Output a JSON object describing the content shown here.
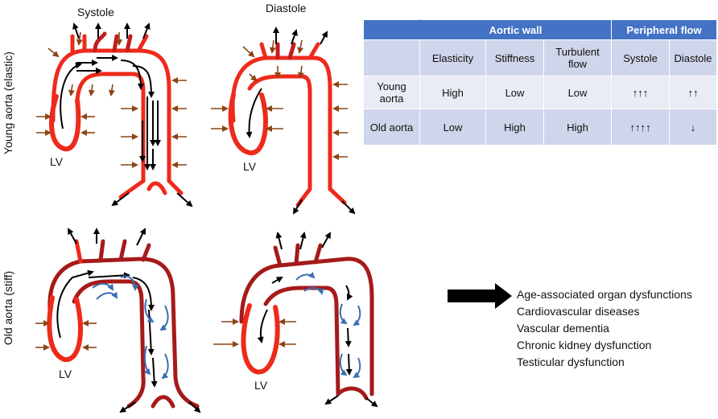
{
  "labels": {
    "systole": "Systole",
    "diastole": "Diastole",
    "young_aorta": "Young aorta (elastic)",
    "old_aorta": "Old aorta (stiff)",
    "lv": "LV"
  },
  "table": {
    "group_headers": [
      "Aortic wall",
      "Peripheral flow"
    ],
    "columns": [
      "",
      "Elasticity",
      "Stiffness",
      "Turbulent flow",
      "Systole",
      "Diastole"
    ],
    "rows": [
      {
        "name": "Young aorta",
        "cells": [
          "High",
          "Low",
          "Low",
          "↑↑↑",
          "↑↑"
        ]
      },
      {
        "name": "Old aorta",
        "cells": [
          "Low",
          "High",
          "High",
          "↑↑↑↑",
          "↓"
        ]
      }
    ]
  },
  "outcomes": [
    "Age-associated organ dysfunctions",
    "Cardiovascular diseases",
    "Vascular dementia",
    "Chronic kidney dysfunction",
    "Testicular dysfunction"
  ],
  "colors": {
    "vessel_red": "#ee2a1b",
    "vessel_dark": "#a61a1a",
    "wall_arrow": "#8b4513",
    "turbulent_arrow": "#3a6db3",
    "header_blue": "#4472c4"
  }
}
